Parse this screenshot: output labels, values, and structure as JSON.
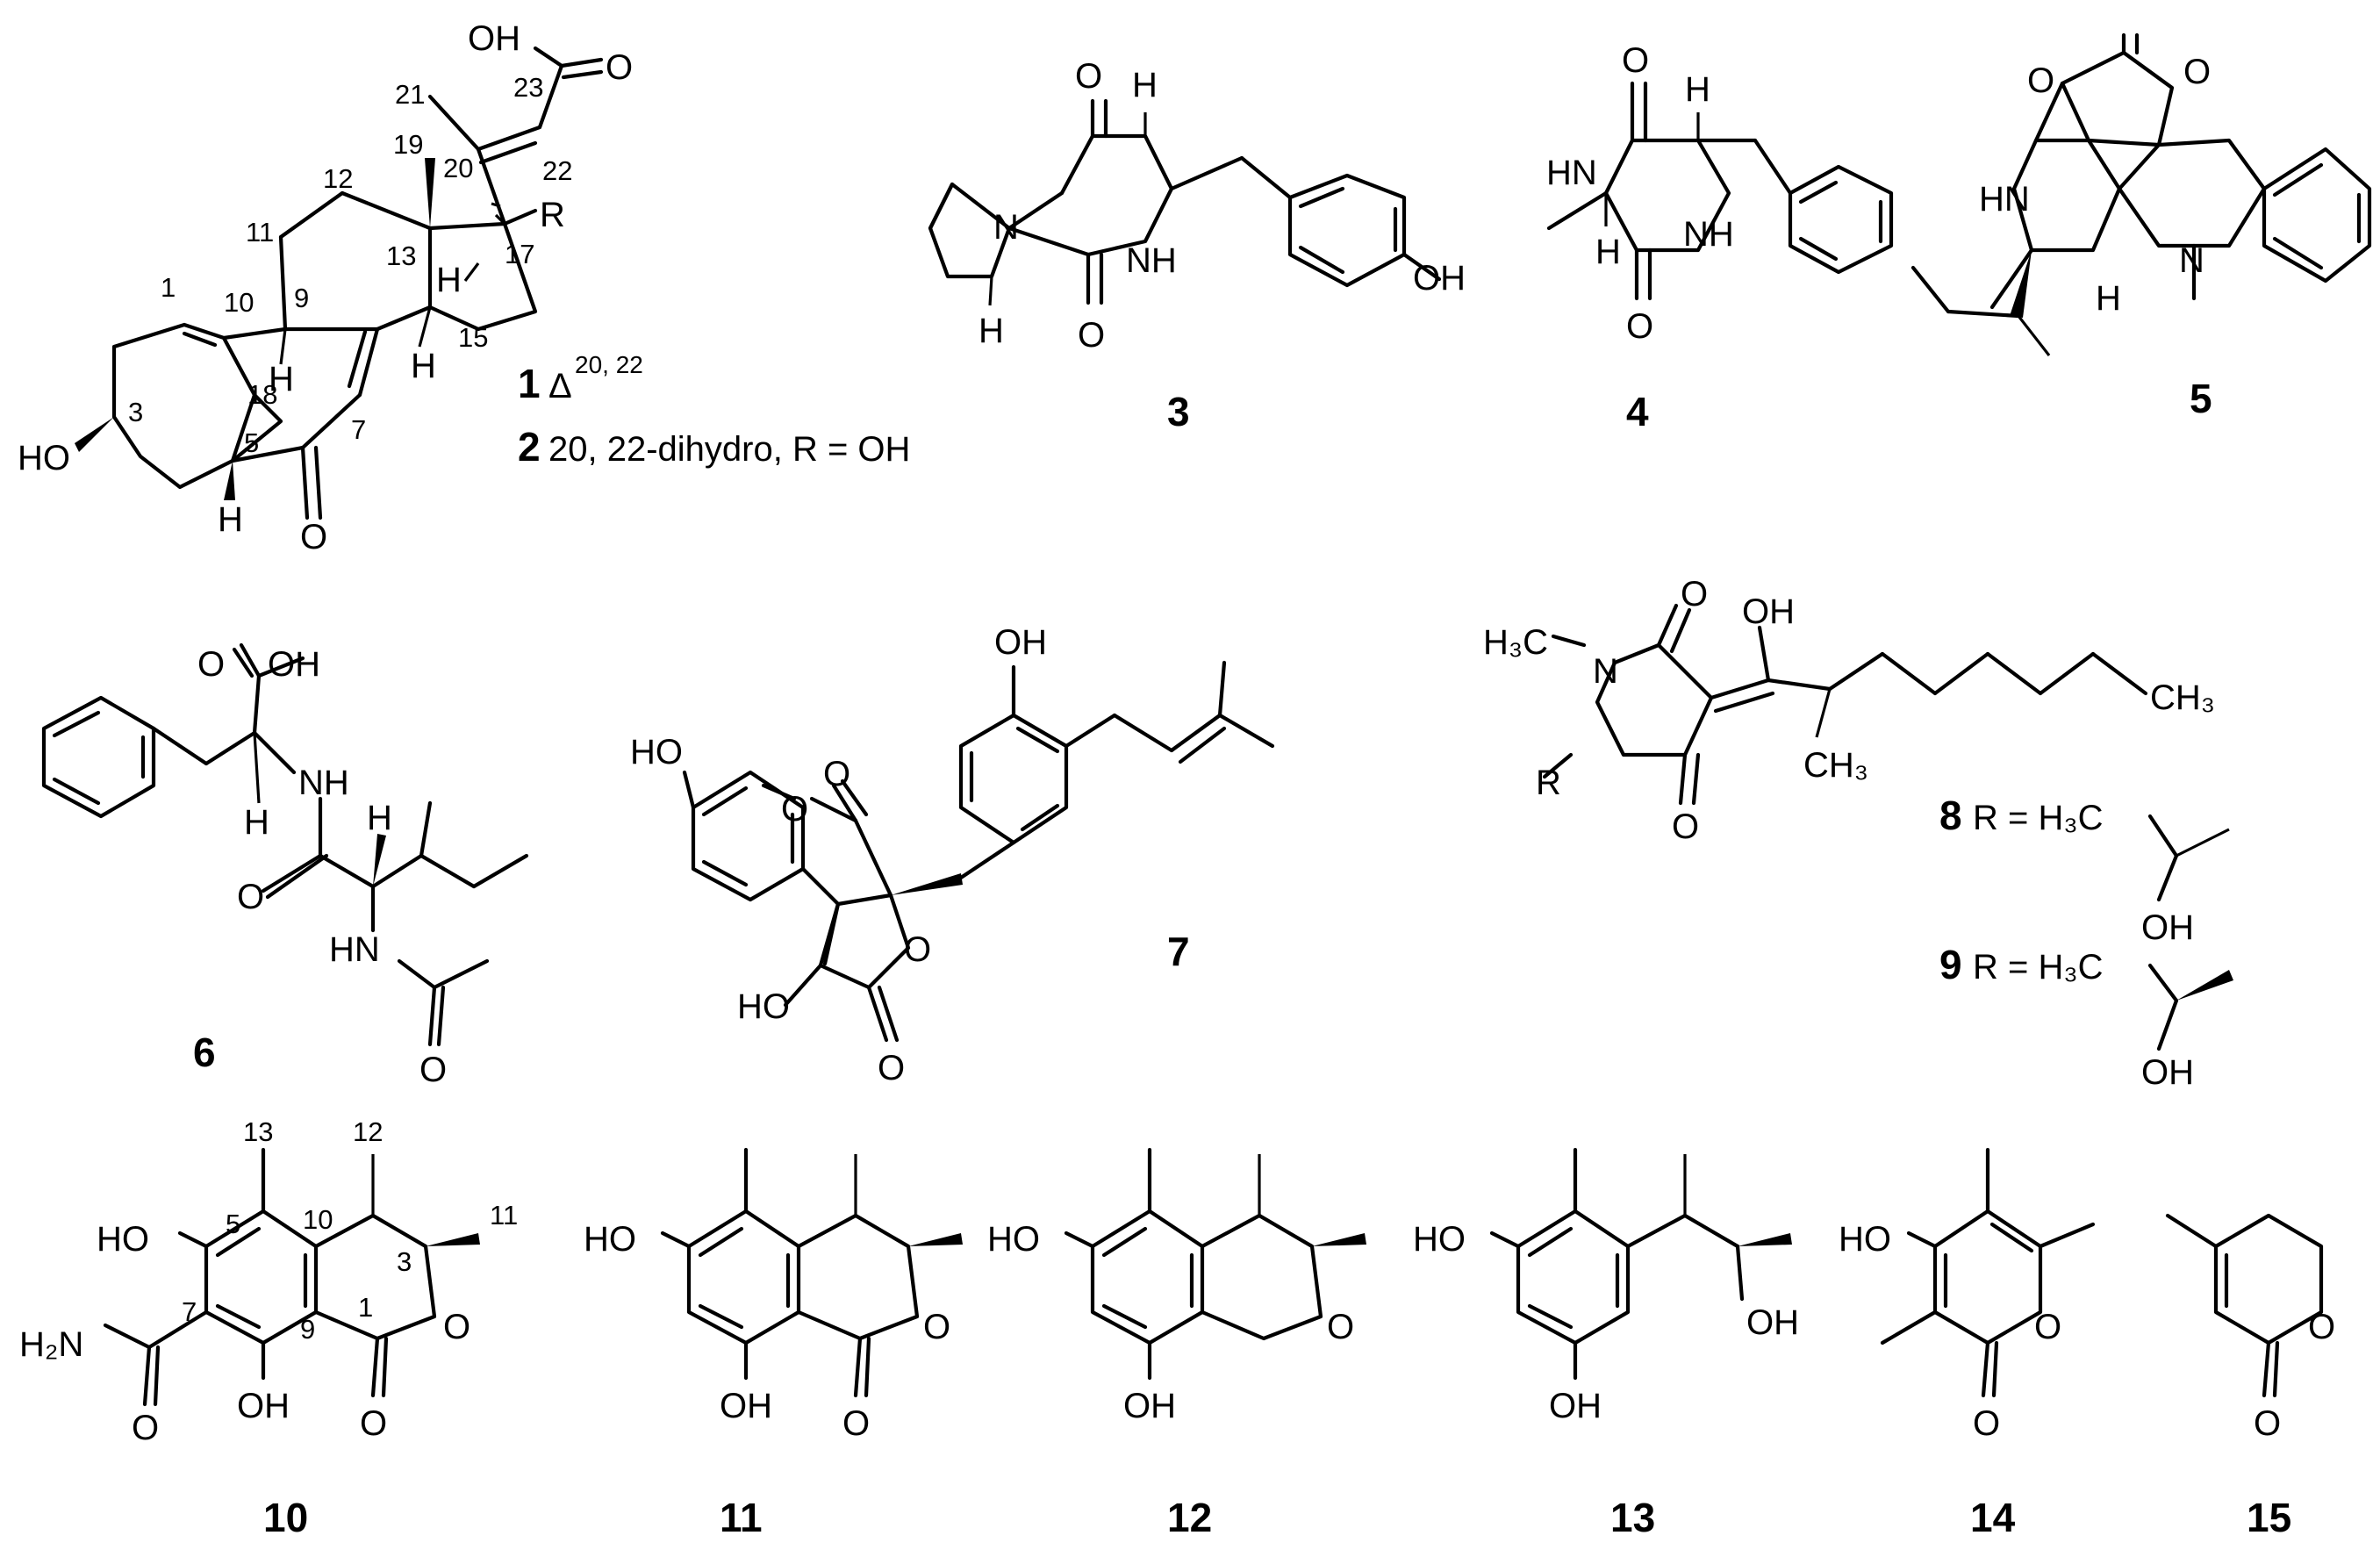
{
  "compounds": [
    {
      "id": "1",
      "label": "1",
      "caption": "Δ",
      "caption_sup": "20, 22"
    },
    {
      "id": "2",
      "label": "2",
      "caption": "20, 22-dihydro, R = OH"
    },
    {
      "id": "3",
      "label": "3"
    },
    {
      "id": "4",
      "label": "4"
    },
    {
      "id": "5",
      "label": "5"
    },
    {
      "id": "6",
      "label": "6"
    },
    {
      "id": "7",
      "label": "7"
    },
    {
      "id": "8",
      "label": "8",
      "caption": "R = H₃C"
    },
    {
      "id": "9",
      "label": "9",
      "caption": "R = H₃C"
    },
    {
      "id": "10",
      "label": "10"
    },
    {
      "id": "11",
      "label": "11"
    },
    {
      "id": "12",
      "label": "12"
    },
    {
      "id": "13",
      "label": "13"
    },
    {
      "id": "14",
      "label": "14"
    },
    {
      "id": "15",
      "label": "15"
    }
  ],
  "atoms": {
    "oh": "OH",
    "ho": "HO",
    "o": "O",
    "h": "H",
    "n": "N",
    "nh": "NH",
    "hn": "HN",
    "r": "R",
    "h2n": "H₂N",
    "h3c": "H₃C",
    "ch3": "CH₃"
  },
  "locants_1": [
    "1",
    "3",
    "5",
    "7",
    "9",
    "10",
    "11",
    "12",
    "13",
    "15",
    "17",
    "18",
    "19",
    "20",
    "21",
    "22",
    "23"
  ],
  "locants_10": [
    "1",
    "3",
    "5",
    "7",
    "9",
    "10",
    "11",
    "12",
    "13"
  ]
}
